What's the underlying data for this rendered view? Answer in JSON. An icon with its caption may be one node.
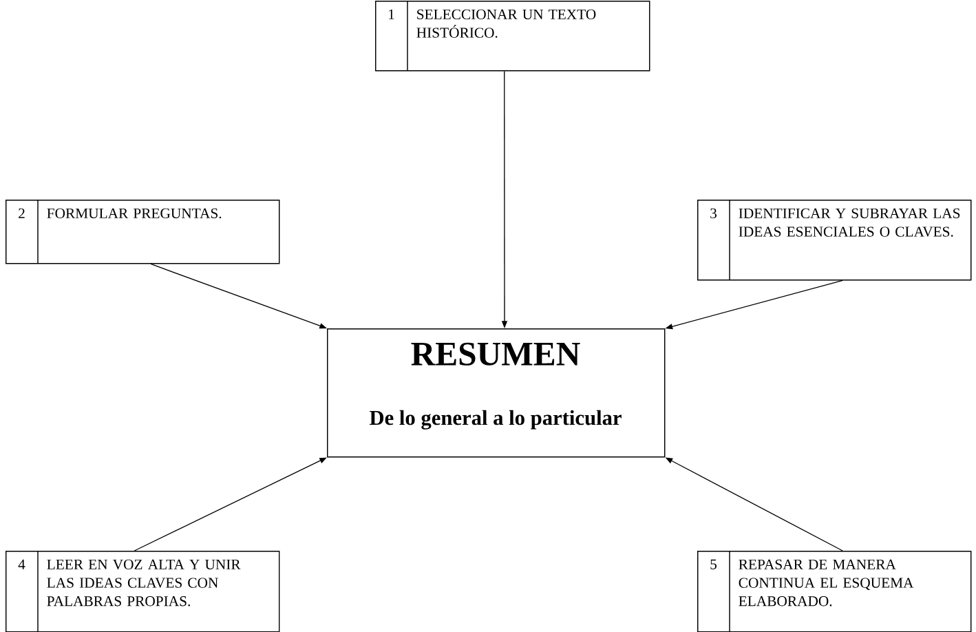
{
  "diagram": {
    "nodes": [
      {
        "text": [
          "1",
          "SELECCIONAR UN TEXTO HISTÓRICO."
        ]
      },
      {
        "text": [
          "2",
          "FORMULAR PREGUNTAS."
        ]
      },
      {
        "text": [
          "3",
          "IDENTIFICAR Y SUBRAYAR LAS IDEAS ESENCIALES O CLAVES."
        ]
      },
      {
        "text": [
          "RESUMEN",
          "De lo general a lo particular"
        ]
      },
      {
        "text": [
          "4",
          "LEER EN VOZ ALTA Y UNIR LAS IDEAS CLAVES CON PALABRAS PROPIAS."
        ]
      },
      {
        "text": [
          "5",
          "REPASAR DE MANERA CONTINUA EL ESQUEMA ELABORADO."
        ]
      }
    ],
    "edges": [
      {
        "from": 0,
        "to": 3,
        "arrow": "to"
      },
      {
        "from": 1,
        "to": 3,
        "arrow": "to"
      },
      {
        "from": 2,
        "to": 3,
        "arrow": "to"
      },
      {
        "from": 4,
        "to": 3,
        "arrow": "to"
      },
      {
        "from": 5,
        "to": 3,
        "arrow": "to"
      }
    ]
  }
}
